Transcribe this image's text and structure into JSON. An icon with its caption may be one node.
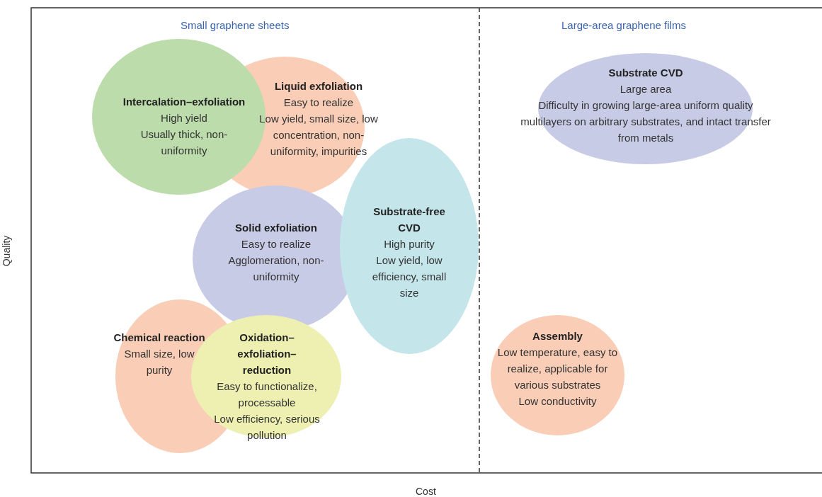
{
  "diagram": {
    "nodes": [
      {
        "text": [
          "Intercalation–exfoliation",
          "High yield",
          "Usually thick, non-uniformity"
        ]
      },
      {
        "text": [
          "Liquid exfoliation",
          "Easy to realize",
          "Low yield, small size, low concentration, non-uniformity, impurities"
        ]
      },
      {
        "text": [
          "Substrate CVD",
          "Large area",
          "Difficulty in growing large-area uniform quality multilayers on arbitrary substrates, and intact transfer from metals"
        ]
      },
      {
        "text": [
          "Solid exfoliation",
          "Easy to realize",
          "Agglomeration, non-uniformity"
        ]
      },
      {
        "text": [
          "Substrate-free CVD",
          "High purity",
          "Low yield, low efficiency, small size"
        ]
      },
      {
        "text": [
          "Chemical reaction",
          "Small size, low purity"
        ]
      },
      {
        "text": [
          "Oxidation–exfoliation–reduction",
          "Easy to functionalize, processable",
          "Low efficiency, serious pollution"
        ]
      },
      {
        "text": [
          "Assembly",
          "Low temperature, easy to realize, applicable for various substrates",
          "Low conductivity"
        ]
      }
    ],
    "labels": [
      "Small graphene sheets",
      "Large-area graphene films",
      "Quality",
      "Cost"
    ]
  }
}
